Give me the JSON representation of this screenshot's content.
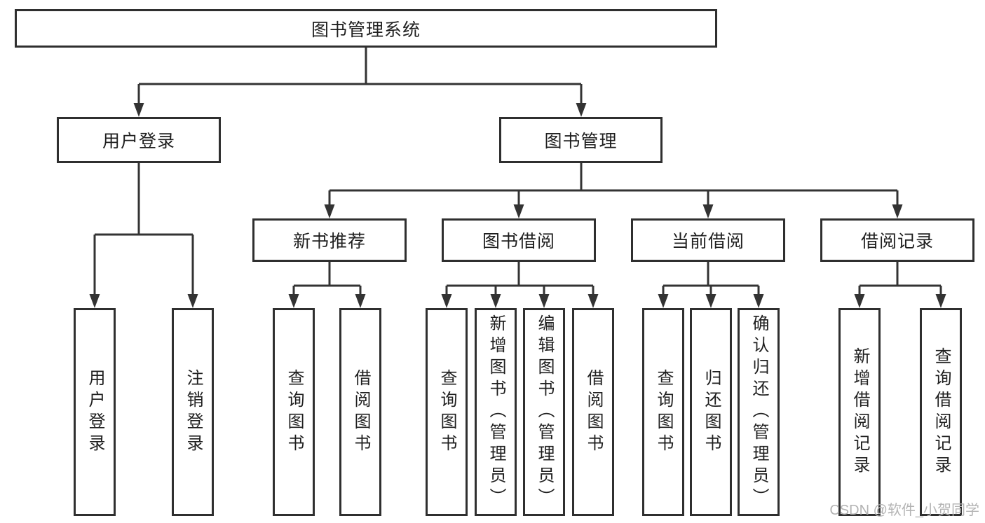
{
  "tree": {
    "root": {
      "label": "图书管理系统"
    },
    "login": {
      "label": "用户登录",
      "children": [
        {
          "label": "用户登录"
        },
        {
          "label": "注销登录"
        }
      ]
    },
    "management": {
      "label": "图书管理",
      "sections": [
        {
          "label": "新书推荐",
          "children": [
            {
              "label": "查询图书"
            },
            {
              "label": "借阅图书"
            }
          ]
        },
        {
          "label": "图书借阅",
          "children": [
            {
              "label": "查询图书"
            },
            {
              "label": "新增图书（管理员）"
            },
            {
              "label": "编辑图书（管理员）"
            },
            {
              "label": "借阅图书"
            }
          ]
        },
        {
          "label": "当前借阅",
          "children": [
            {
              "label": "查询图书"
            },
            {
              "label": "归还图书"
            },
            {
              "label": "确认归还（管理员）"
            }
          ]
        },
        {
          "label": "借阅记录",
          "children": [
            {
              "label": "新增借阅记录"
            },
            {
              "label": "查询借阅记录"
            }
          ]
        }
      ]
    }
  },
  "watermark": {
    "text": "CSDN @软件_小贺同学"
  },
  "colors": {
    "line": "#333333",
    "box_border": "#2f2f2f",
    "text": "#1f1f1f",
    "background": "#ffffff",
    "watermark": "#b3b3b3"
  }
}
